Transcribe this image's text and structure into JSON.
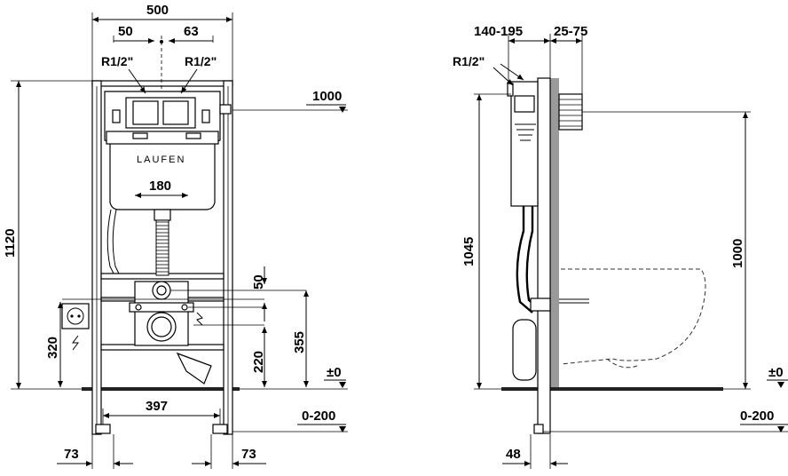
{
  "brand": "LAUFEN",
  "front_view": {
    "dims": {
      "overall_width": "500",
      "left_offset": "50",
      "right_offset": "63",
      "thread_left": "R",
      "thread_right": "R",
      "thread_size": "1/2\"",
      "top_height": "1000",
      "total_height": "1120",
      "drain_width": "180",
      "socket_height": "320",
      "inlet_offset": "50",
      "pipe_height": "355",
      "drain_height": "220",
      "floor_level": "±0",
      "adjust_range": "0-200",
      "feet_spacing": "397",
      "left_foot": "73",
      "right_foot": "73"
    }
  },
  "side_view": {
    "dims": {
      "depth_range": "140-195",
      "wall_range": "25-75",
      "thread": "R",
      "thread_size": "1/2\"",
      "height_left": "1045",
      "height_right": "1000",
      "floor_level": "±0",
      "adjust_range": "0-200",
      "foot_depth": "48"
    }
  }
}
